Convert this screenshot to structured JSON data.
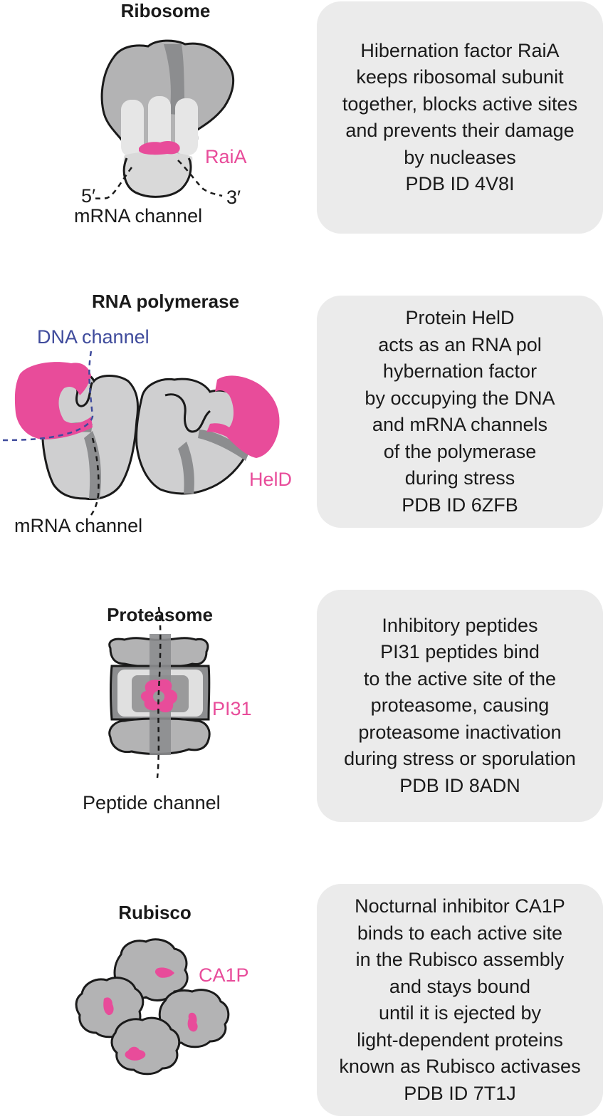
{
  "panels": [
    {
      "title": "Ribosome",
      "labels": {
        "inhibitor": "RaiA",
        "end5": "5′",
        "end3": "3′",
        "channel": "mRNA channel"
      },
      "description": [
        "Hibernation factor RaiA",
        "keeps ribosomal subunit",
        "together, blocks active sites",
        "and prevents their damage",
        "by nucleases",
        "PDB ID 4V8I"
      ]
    },
    {
      "title": "RNA polymerase",
      "labels": {
        "dna": "DNA channel",
        "inhibitor": "HelD",
        "channel": "mRNA channel"
      },
      "description": [
        "Protein HelD",
        "acts as an RNA pol",
        "hybernation factor",
        "by occupying the DNA",
        "and mRNA channels",
        "of the polymerase",
        "during stress",
        "PDB ID 6ZFB"
      ]
    },
    {
      "title": "Proteasome",
      "labels": {
        "inhibitor": "PI31",
        "channel": "Peptide channel"
      },
      "description": [
        "Inhibitory peptides",
        "PI31 peptides bind",
        "to the active site of the",
        "proteasome, causing",
        "proteasome inactivation",
        "during stress or sporulation",
        "PDB ID 8ADN"
      ]
    },
    {
      "title": "Rubisco",
      "labels": {
        "inhibitor": "CA1P"
      },
      "description": [
        "Nocturnal inhibitor CA1P",
        "binds to each active site",
        "in the Rubisco assembly",
        "and stays bound",
        "until it is ejected by",
        "light-dependent proteins",
        "known as Rubisco activases",
        "PDB ID 7T1J"
      ]
    }
  ],
  "colors": {
    "inhibitor": "#e84c9a",
    "dna_channel": "#3f4b9c",
    "protein": "#b3b3b4",
    "protein_dark": "#8c8d8f",
    "protein_light": "#d9d9d9",
    "card": "#ebebeb"
  }
}
